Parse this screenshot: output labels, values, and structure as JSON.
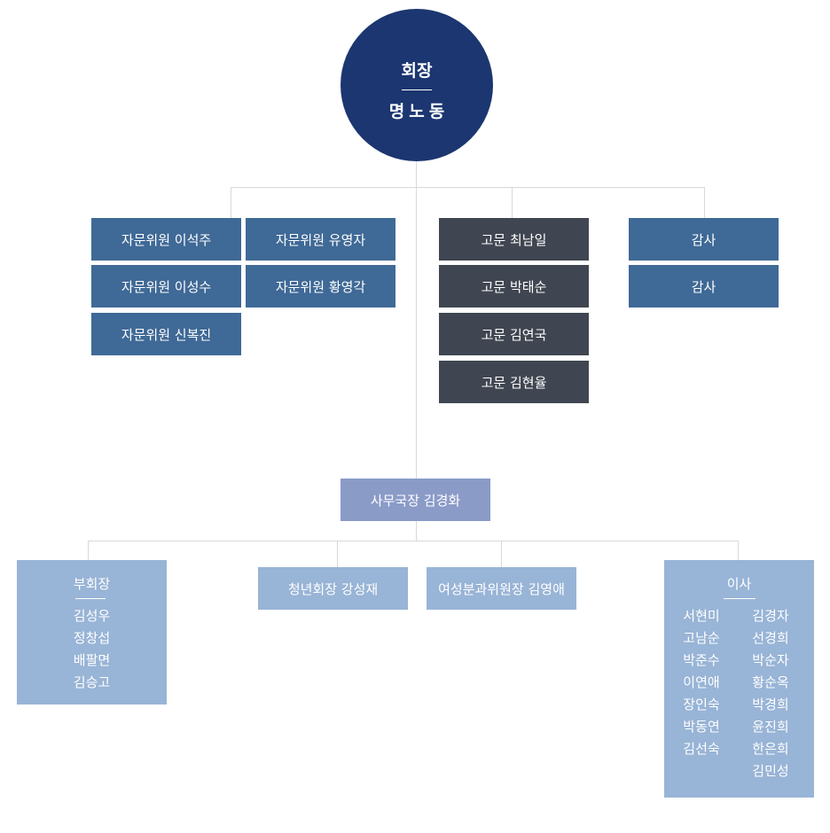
{
  "chairman": {
    "title": "회장",
    "name": "명노동"
  },
  "advisory_members": [
    "자문위원 이석주",
    "자문위원 유영자",
    "자문위원 이성수",
    "자문위원 황영각",
    "자문위원 신복진"
  ],
  "consultants": [
    "고문 최남일",
    "고문 박태순",
    "고문 김연국",
    "고문 김현율"
  ],
  "auditors": [
    "감사",
    "감사"
  ],
  "secretary_general": "사무국장 김경화",
  "vice_chairs": {
    "title": "부회장",
    "names": [
      "김성우",
      "정창섭",
      "배팔면",
      "김승고"
    ]
  },
  "youth_chair": "청년회장 강성재",
  "women_chair": "여성분과위원장 김영애",
  "directors": {
    "title": "이사",
    "left_column": [
      "서현미",
      "고남순",
      "박준수",
      "이연애",
      "장인숙",
      "박동연",
      "김선숙"
    ],
    "right_column": [
      "김경자",
      "선경희",
      "박순자",
      "황순옥",
      "박경희",
      "윤진희",
      "한은희",
      "김민성"
    ]
  },
  "colors": {
    "chairman": "#1b3670",
    "advisory": "#3f6996",
    "consultant": "#404651",
    "secretary": "#8b9bc8",
    "lower": "#98b4d6",
    "connector": "#d9d9d9"
  }
}
